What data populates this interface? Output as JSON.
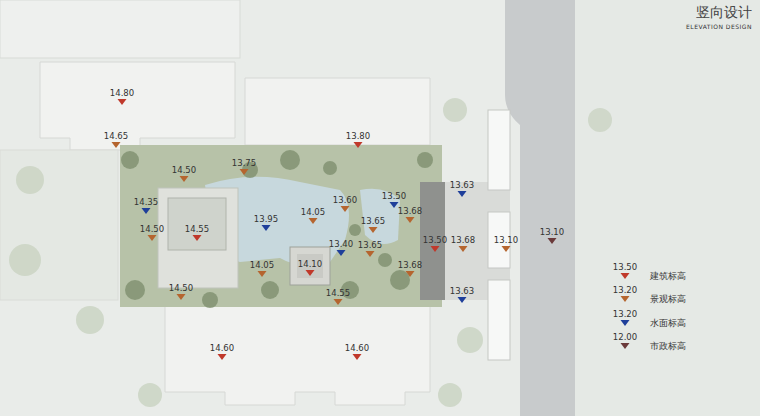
{
  "diagram": {
    "title": "竖向设计",
    "labels": [
      "ELEVATION DESIGN",
      "14.80",
      "13.80",
      "14.65",
      "13.75",
      "14.50",
      "14.35",
      "14.50",
      "14.55",
      "13.95",
      "14.05",
      "13.60",
      "13.50",
      "13.65",
      "13.68",
      "13.40",
      "13.65",
      "14.05",
      "14.10",
      "13.68",
      "14.55",
      "14.50",
      "14.60",
      "14.60",
      "13.63",
      "13.50",
      "13.68",
      "13.10",
      "13.63",
      "13.10",
      "13.50",
      "13.20",
      "13.20",
      "12.00"
    ],
    "legend": [
      {
        "text": "建筑标高",
        "color": "#c0392b"
      },
      {
        "text": "景观标高",
        "color": "#b5652f"
      },
      {
        "text": "水面标高",
        "color": "#1f3f9a"
      },
      {
        "text": "市政标高",
        "color": "#6b3a3a"
      }
    ]
  }
}
